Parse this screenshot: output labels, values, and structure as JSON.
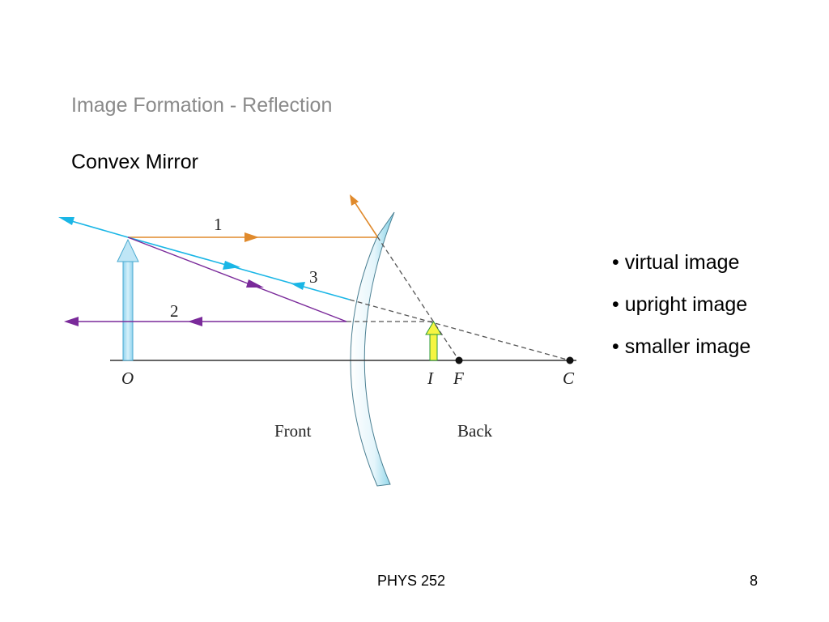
{
  "slide": {
    "title": "Image Formation - Reflection",
    "subtitle": "Convex Mirror",
    "bullets": [
      "• virtual image",
      "• upright image",
      "• smaller image"
    ],
    "footer": {
      "course": "PHYS 252",
      "page": "8"
    }
  },
  "diagram": {
    "ray_labels": {
      "ray1": "1",
      "ray2": "2",
      "ray3": "3"
    },
    "axis_labels": {
      "object": "O",
      "image": "I",
      "focal_point": "F",
      "center": "C"
    },
    "side_labels": {
      "front": "Front",
      "back": "Back"
    },
    "colors": {
      "ray1": "#e08a2c",
      "ray2": "#7a2a9a",
      "ray3": "#1ab6e6",
      "object_arrow": "#a8dcf0",
      "image_arrow": "#f5f542",
      "mirror": "#7fd0e6",
      "axis": "#333333",
      "construction_lines": "#555555"
    }
  }
}
